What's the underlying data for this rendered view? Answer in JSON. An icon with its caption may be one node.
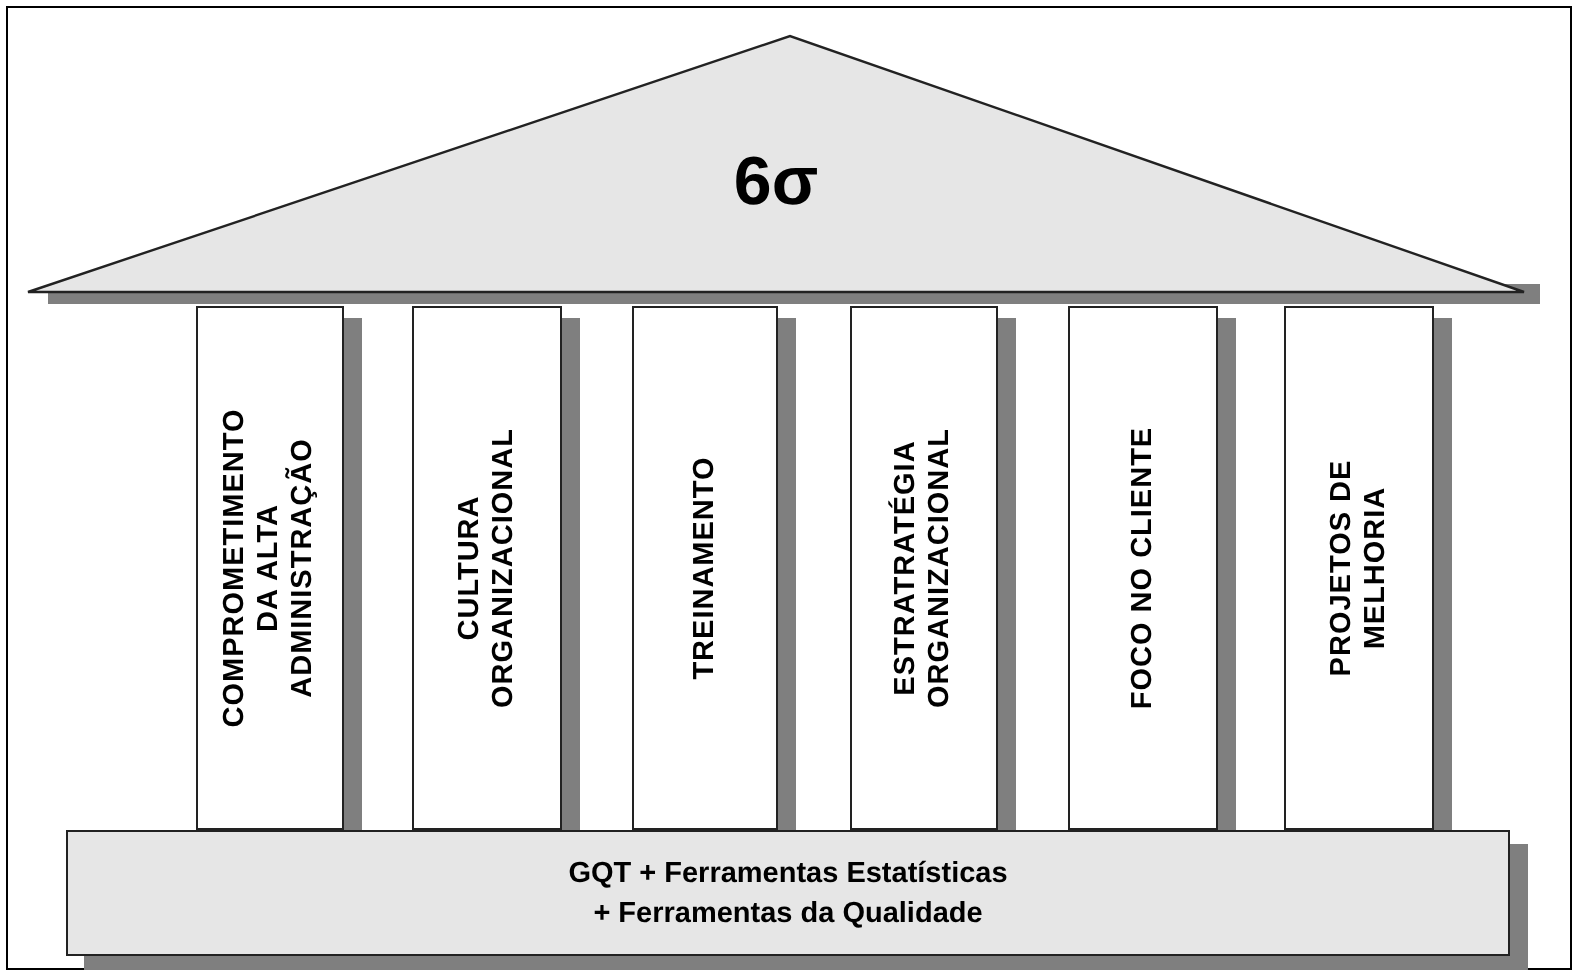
{
  "diagram": {
    "nodes": [
      {
        "text": [
          "6σ"
        ]
      },
      {
        "text": [
          "COMPROMETIMENTO DA ALTA ADMINISTRAÇÃO"
        ]
      },
      {
        "text": [
          "CULTURA ORGANIZACIONAL"
        ]
      },
      {
        "text": [
          "TREINAMENTO"
        ]
      },
      {
        "text": [
          "ESTRATRATÉGIA ORGANIZACIONAL"
        ]
      },
      {
        "text": [
          "FOCO NO CLIENTE"
        ]
      },
      {
        "text": [
          "PROJETOS DE MELHORIA"
        ]
      },
      {
        "text": [
          "GQT + Ferramentas Estatísticas + Ferramentas da Qualidade"
        ]
      }
    ]
  }
}
